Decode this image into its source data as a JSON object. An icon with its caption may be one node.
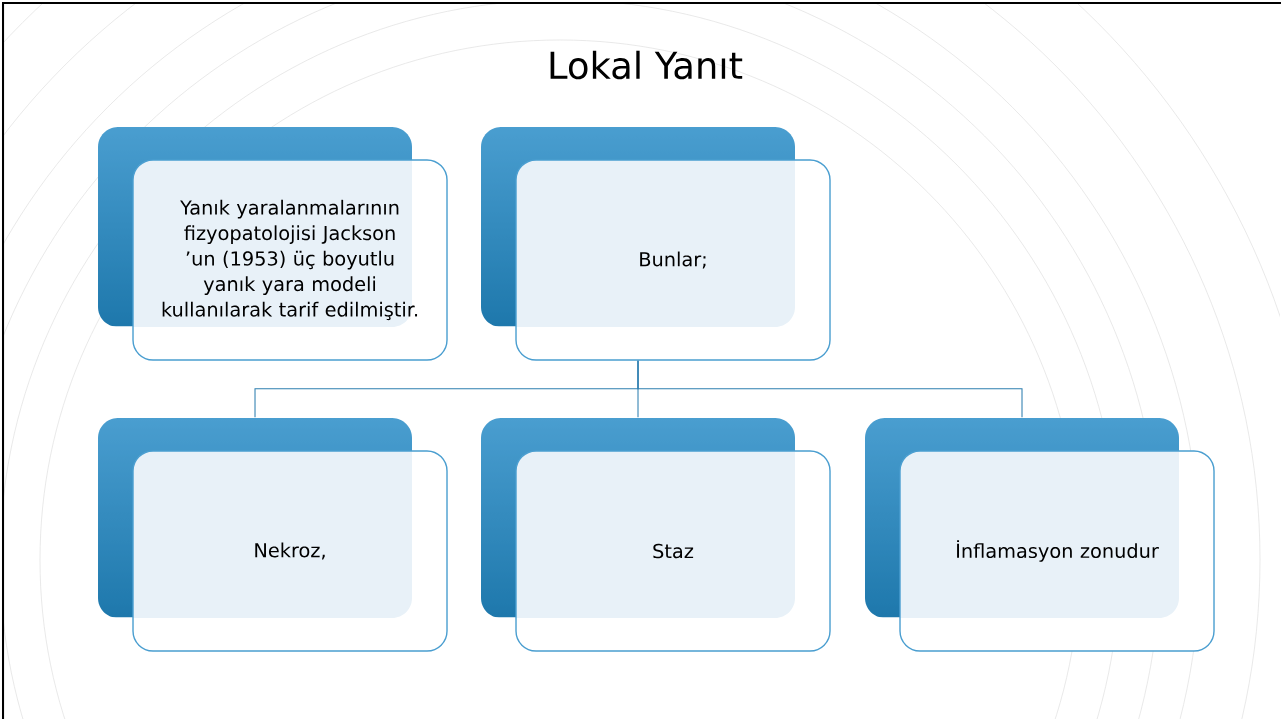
{
  "diagram": {
    "title": "Lokal Yanıt",
    "nodes": [
      {
        "text": [
          "Yanık yaralanmalarının fizyopatolojisi Jackson ’un (1953) üç boyutlu yanık yara modeli kullanılarak tarif edilmiştir."
        ]
      },
      {
        "text": [
          "Bunlar;"
        ]
      },
      {
        "text": [
          "Nekroz,"
        ]
      },
      {
        "text": [
          "Staz"
        ]
      },
      {
        "text": [
          "İnflamasyon zonudur"
        ]
      }
    ],
    "edges": [
      {
        "from": 1,
        "to": 2,
        "arrow": "none"
      },
      {
        "from": 1,
        "to": 3,
        "arrow": "none"
      },
      {
        "from": 1,
        "to": 4,
        "arrow": "none"
      }
    ]
  }
}
